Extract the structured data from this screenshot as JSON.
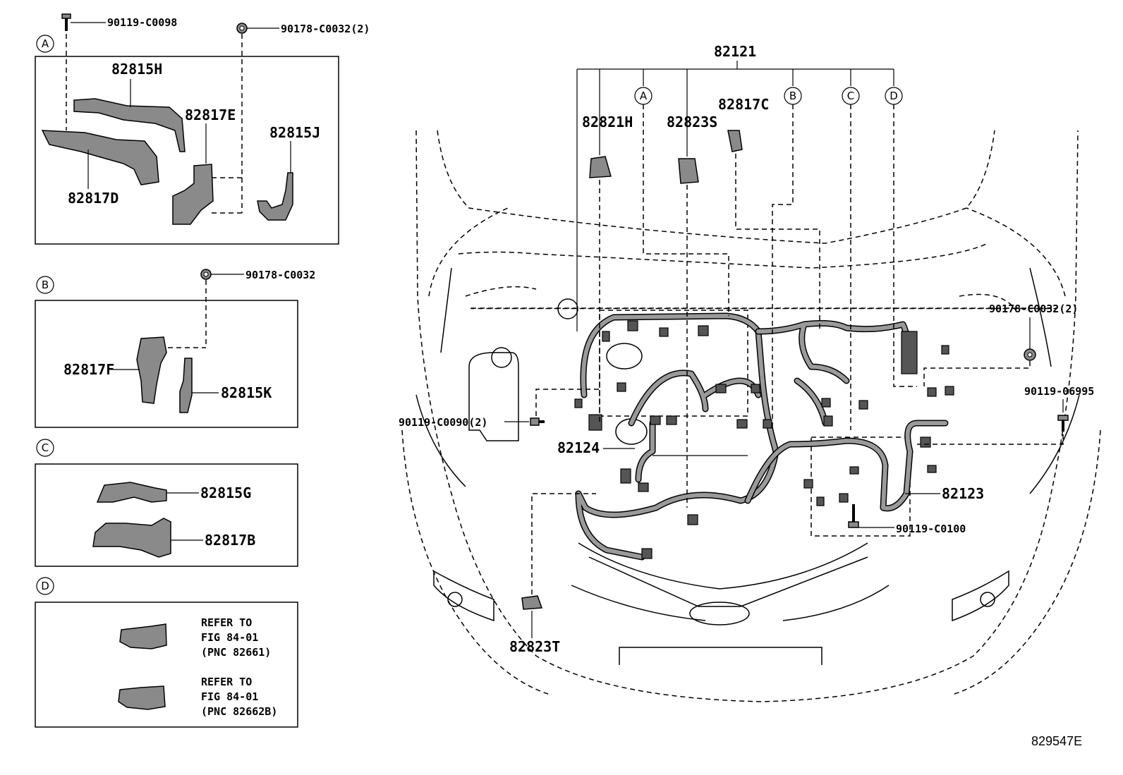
{
  "figure_id": "829547E",
  "insets": [
    {
      "letter": "A",
      "parts": [
        "82815H",
        "82817E",
        "82815J",
        "82817D"
      ],
      "fasteners": [
        "90119-C0098",
        "90178-C0032(2)"
      ]
    },
    {
      "letter": "B",
      "parts": [
        "82817F",
        "82815K"
      ],
      "fasteners": [
        "90178-C0032"
      ]
    },
    {
      "letter": "C",
      "parts": [
        "82815G",
        "82817B"
      ]
    },
    {
      "letter": "D",
      "refs": [
        {
          "l1": "REFER TO",
          "l2": "FIG 84-01",
          "l3": "(PNC 82661)"
        },
        {
          "l1": "REFER TO",
          "l2": "FIG 84-01",
          "l3": "(PNC 82662B)"
        }
      ]
    }
  ],
  "main": {
    "top_label": "82121",
    "callouts": [
      "A",
      "B",
      "C",
      "D"
    ],
    "parts": [
      "82821H",
      "82823S",
      "82817C",
      "82124",
      "82123",
      "82823T"
    ],
    "fasteners": [
      "90178-C0032(2)",
      "90119-06995",
      "90119-C0090(2)",
      "90119-C0100"
    ]
  }
}
